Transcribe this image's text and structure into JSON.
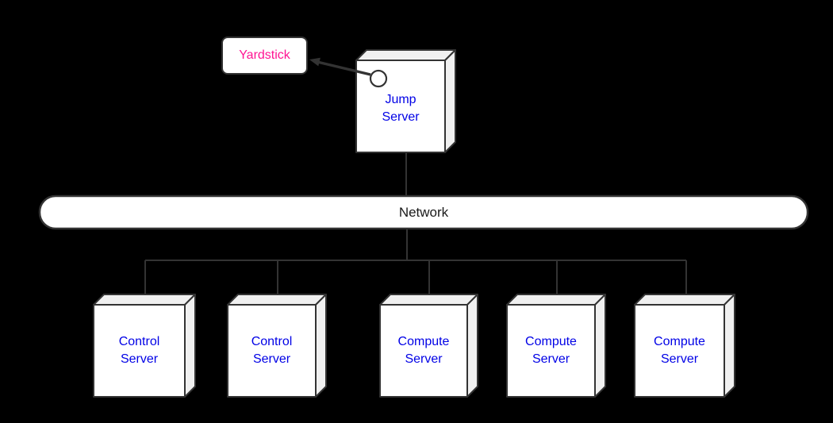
{
  "colors": {
    "background": "#000000",
    "box_fill": "#ffffff",
    "box_side_fill": "#f0f0f0",
    "border": "#333333",
    "line": "#333333",
    "label_blue": "#0000e6",
    "yardstick_pink": "#ff1493",
    "network_text": "#1a1a1a"
  },
  "diagram": {
    "yardstick": {
      "label": "Yardstick"
    },
    "jump_server": {
      "label": "Jump Server"
    },
    "network": {
      "label": "Network"
    },
    "servers": [
      {
        "label": "Control Server"
      },
      {
        "label": "Control Server"
      },
      {
        "label": "Compute Server"
      },
      {
        "label": "Compute Server"
      },
      {
        "label": "Compute Server"
      }
    ]
  }
}
